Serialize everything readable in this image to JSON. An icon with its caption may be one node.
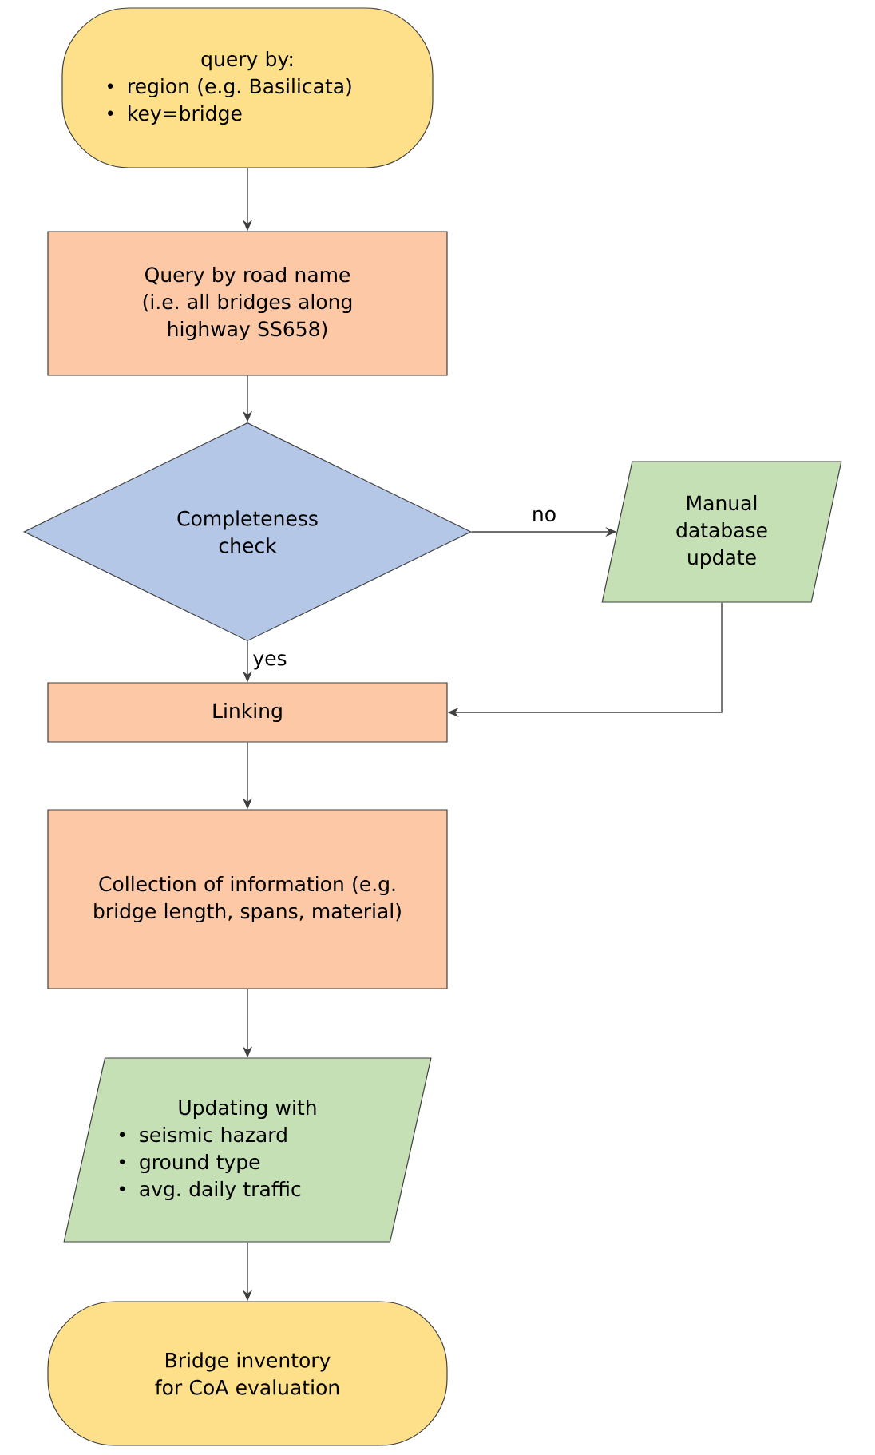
{
  "diagram": {
    "nodes": [
      {
        "text": [
          "query by:",
          "region (e.g. Basilicata)",
          "key=bridge"
        ]
      },
      {
        "text": [
          "Query by road name (i.e. all bridges along highway SS658)"
        ]
      },
      {
        "text": [
          "Completeness check"
        ]
      },
      {
        "text": [
          "Manual database update"
        ]
      },
      {
        "text": [
          "Linking"
        ]
      },
      {
        "text": [
          "Collection of information (e.g. bridge length, spans, material)"
        ]
      },
      {
        "text": [
          "Updating with",
          "seismic hazard",
          "ground type",
          "avg. daily traffic"
        ]
      },
      {
        "text": [
          "Bridge inventory for CoA evaluation"
        ]
      }
    ],
    "edges": [
      {
        "from": 0,
        "to": 1,
        "arrow": "to"
      },
      {
        "from": 1,
        "to": 2,
        "arrow": "to"
      },
      {
        "from": 2,
        "to": 3,
        "arrow": "to",
        "label": "no"
      },
      {
        "from": 2,
        "to": 4,
        "arrow": "to",
        "label": "yes"
      },
      {
        "from": 3,
        "to": 4,
        "arrow": "to"
      },
      {
        "from": 4,
        "to": 5,
        "arrow": "to"
      },
      {
        "from": 5,
        "to": 6,
        "arrow": "to"
      },
      {
        "from": 6,
        "to": 7,
        "arrow": "to"
      }
    ]
  }
}
